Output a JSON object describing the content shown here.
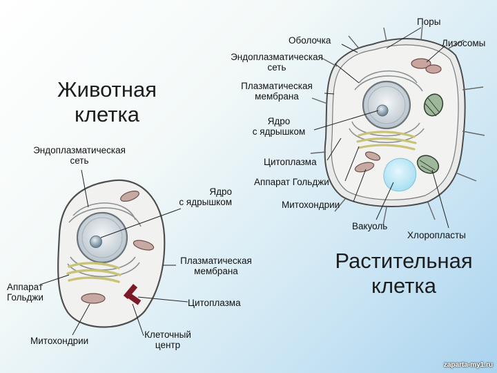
{
  "animal": {
    "title_line1": "Животная",
    "title_line2": "клетка",
    "labels": {
      "er_line1": "Эндоплазматическая",
      "er_line2": "сеть",
      "nucleus_line1": "Ядро",
      "nucleus_line2": "с ядрышком",
      "membrane_line1": "Плазматическая",
      "membrane_line2": "мембрана",
      "golgi_line1": "Аппарат",
      "golgi_line2": "Гольджи",
      "cytoplasm": "Цитоплазма",
      "mitochondria": "Митохондрии",
      "centrosome_line1": "Клеточный",
      "centrosome_line2": "центр"
    }
  },
  "plant": {
    "title_line1": "Растительная",
    "title_line2": "клетка",
    "labels": {
      "pores": "Поры",
      "wall": "Оболочка",
      "lysosomes": "Лизосомы",
      "er_line1": "Эндоплазматическая",
      "er_line2": "сеть",
      "membrane_line1": "Плазматическая",
      "membrane_line2": "мембрана",
      "nucleus_line1": "Ядро",
      "nucleus_line2": "с ядрышком",
      "cytoplasm": "Цитоплазма",
      "golgi": "Аппарат Гольджи",
      "mitochondria": "Митохондрии",
      "vacuole": "Вакуоль",
      "chloroplasts": "Хлоропласты"
    }
  },
  "watermark": "zaparta-my1.ru"
}
